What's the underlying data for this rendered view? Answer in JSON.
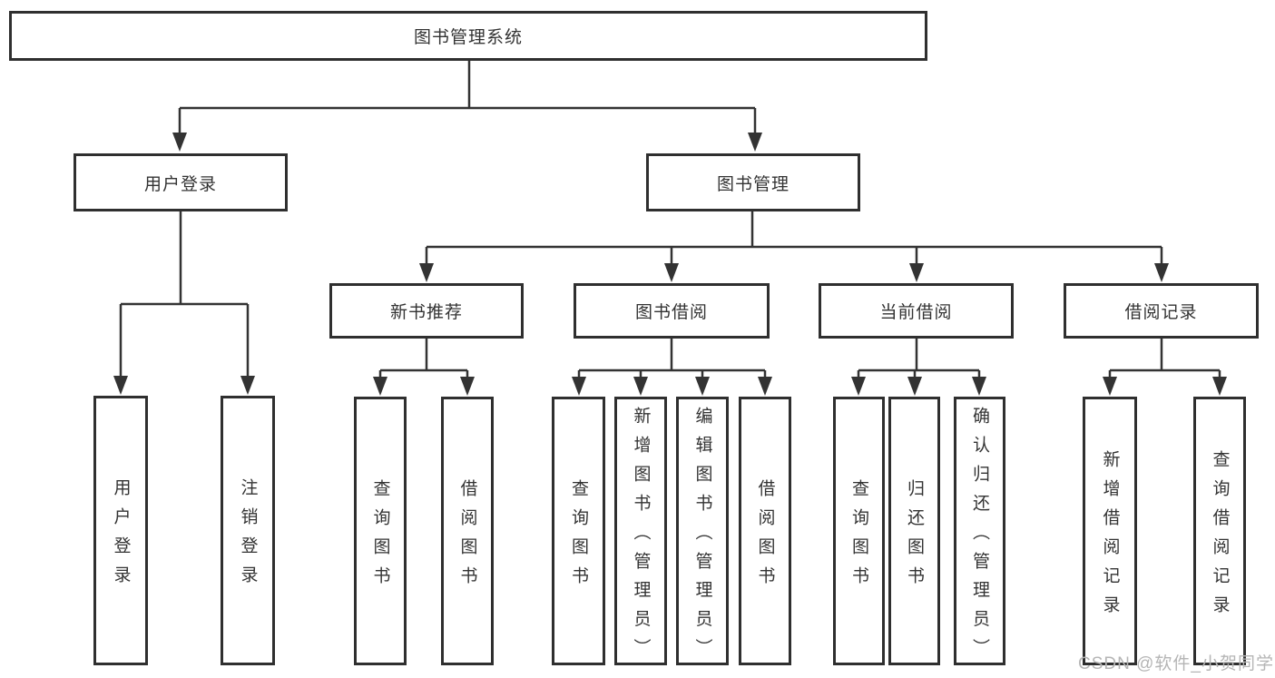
{
  "diagram": {
    "title": "图书管理系统",
    "root": {
      "label": "图书管理系统"
    },
    "level2": [
      {
        "label": "用户登录",
        "parent": "图书管理系统"
      },
      {
        "label": "图书管理",
        "parent": "图书管理系统"
      }
    ],
    "level3": [
      {
        "label": "新书推荐",
        "parent": "图书管理"
      },
      {
        "label": "图书借阅",
        "parent": "图书管理"
      },
      {
        "label": "当前借阅",
        "parent": "图书管理"
      },
      {
        "label": "借阅记录",
        "parent": "图书管理"
      }
    ],
    "leaves": [
      {
        "label": "用户登录",
        "parent": "用户登录"
      },
      {
        "label": "注销登录",
        "parent": "用户登录"
      },
      {
        "label": "查询图书",
        "parent": "新书推荐"
      },
      {
        "label": "借阅图书",
        "parent": "新书推荐"
      },
      {
        "label": "查询图书",
        "parent": "图书借阅"
      },
      {
        "label": "新增图书（管理员）",
        "parent": "图书借阅"
      },
      {
        "label": "编辑图书（管理员）",
        "parent": "图书借阅"
      },
      {
        "label": "借阅图书",
        "parent": "图书借阅"
      },
      {
        "label": "查询图书",
        "parent": "当前借阅"
      },
      {
        "label": "归还图书",
        "parent": "当前借阅"
      },
      {
        "label": "确认归还（管理员）",
        "parent": "当前借阅"
      },
      {
        "label": "新增借阅记录",
        "parent": "借阅记录"
      },
      {
        "label": "查询借阅记录",
        "parent": "借阅记录"
      }
    ]
  },
  "watermark": {
    "text": "CSDN @软件_小贺同学"
  },
  "colors": {
    "line": "#333333",
    "border": "#2f2f2f",
    "text": "#333333",
    "watermark": "#b5b5b5",
    "background": "#ffffff"
  }
}
